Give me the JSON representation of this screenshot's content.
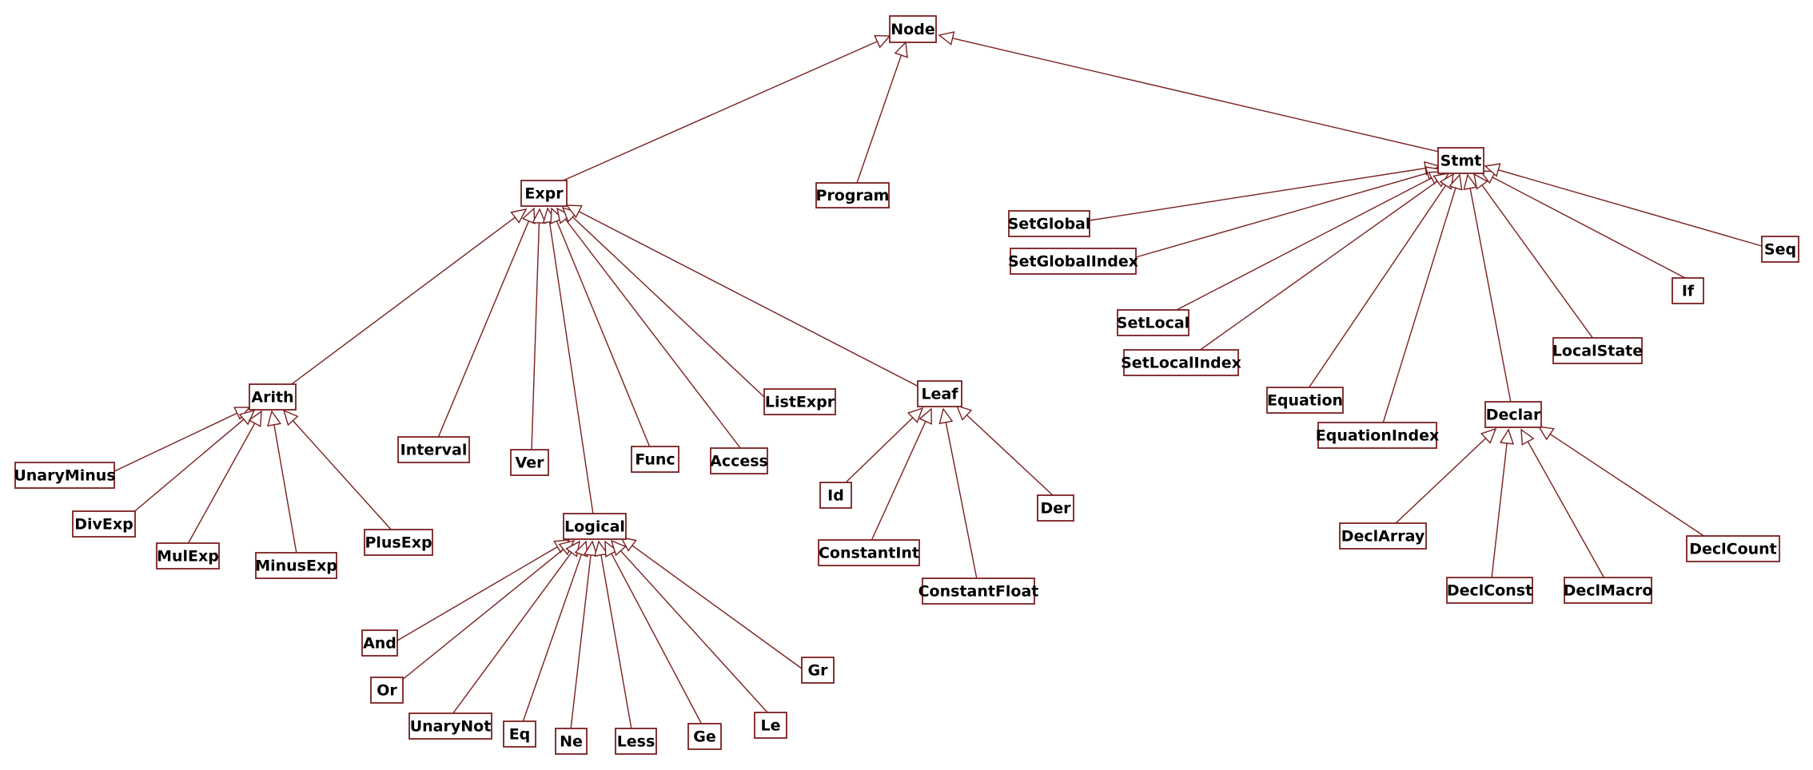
{
  "diagram": {
    "nodes": {
      "node": "Node",
      "expr": "Expr",
      "program": "Program",
      "stmt": "Stmt",
      "arith": "Arith",
      "interval": "Interval",
      "ver": "Ver",
      "logical": "Logical",
      "func": "Func",
      "access": "Access",
      "listexpr": "ListExpr",
      "leaf": "Leaf",
      "unaryminus": "UnaryMinus",
      "divexp": "DivExp",
      "mulexp": "MulExp",
      "minusexp": "MinusExp",
      "plusexp": "PlusExp",
      "and": "And",
      "or": "Or",
      "unarynot": "UnaryNot",
      "eq": "Eq",
      "ne": "Ne",
      "less": "Less",
      "ge": "Ge",
      "le": "Le",
      "gr": "Gr",
      "id": "Id",
      "constantint": "ConstantInt",
      "constantfloat": "ConstantFloat",
      "der": "Der",
      "setglobal": "SetGlobal",
      "setglobalindex": "SetGlobalIndex",
      "setlocal": "SetLocal",
      "setlocalindex": "SetLocalIndex",
      "equation": "Equation",
      "equationindex": "EquationIndex",
      "declar": "Declar",
      "localstate": "LocalState",
      "if": "If",
      "seq": "Seq",
      "declarray": "DeclArray",
      "declconst": "DeclConst",
      "declmacro": "DeclMacro",
      "declcount": "DeclCount"
    },
    "edges": [
      [
        "expr",
        "node"
      ],
      [
        "program",
        "node"
      ],
      [
        "stmt",
        "node"
      ],
      [
        "arith",
        "expr"
      ],
      [
        "interval",
        "expr"
      ],
      [
        "ver",
        "expr"
      ],
      [
        "logical",
        "expr"
      ],
      [
        "func",
        "expr"
      ],
      [
        "access",
        "expr"
      ],
      [
        "listexpr",
        "expr"
      ],
      [
        "leaf",
        "expr"
      ],
      [
        "unaryminus",
        "arith"
      ],
      [
        "divexp",
        "arith"
      ],
      [
        "mulexp",
        "arith"
      ],
      [
        "minusexp",
        "arith"
      ],
      [
        "plusexp",
        "arith"
      ],
      [
        "and",
        "logical"
      ],
      [
        "or",
        "logical"
      ],
      [
        "unarynot",
        "logical"
      ],
      [
        "eq",
        "logical"
      ],
      [
        "ne",
        "logical"
      ],
      [
        "less",
        "logical"
      ],
      [
        "ge",
        "logical"
      ],
      [
        "le",
        "logical"
      ],
      [
        "gr",
        "logical"
      ],
      [
        "id",
        "leaf"
      ],
      [
        "constantint",
        "leaf"
      ],
      [
        "constantfloat",
        "leaf"
      ],
      [
        "der",
        "leaf"
      ],
      [
        "setglobal",
        "stmt"
      ],
      [
        "setglobalindex",
        "stmt"
      ],
      [
        "setlocal",
        "stmt"
      ],
      [
        "setlocalindex",
        "stmt"
      ],
      [
        "equation",
        "stmt"
      ],
      [
        "equationindex",
        "stmt"
      ],
      [
        "declar",
        "stmt"
      ],
      [
        "localstate",
        "stmt"
      ],
      [
        "if",
        "stmt"
      ],
      [
        "seq",
        "stmt"
      ],
      [
        "declarray",
        "declar"
      ],
      [
        "declconst",
        "declar"
      ],
      [
        "declmacro",
        "declar"
      ],
      [
        "declcount",
        "declar"
      ]
    ]
  }
}
